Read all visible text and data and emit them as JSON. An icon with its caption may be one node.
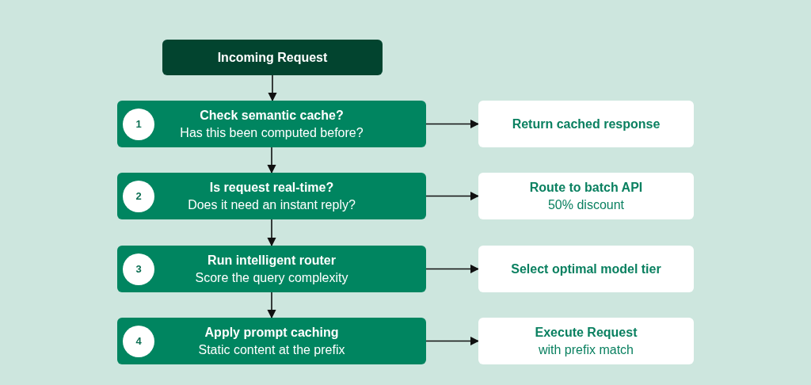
{
  "diagram": {
    "nodes": [
      {
        "text": [
          "Incoming Request"
        ]
      },
      {
        "text": [
          "Check semantic cache?",
          "Has this been computed before?"
        ]
      },
      {
        "text": [
          "1"
        ],
        "in": 1
      },
      {
        "text": [
          "Return cached response"
        ]
      },
      {
        "text": [
          "Is request real-time?",
          "Does it need an instant reply?"
        ]
      },
      {
        "text": [
          "2"
        ],
        "in": 4
      },
      {
        "text": [
          "Route to batch API",
          "50% discount"
        ]
      },
      {
        "text": [
          "Run intelligent router",
          "Score the query complexity"
        ]
      },
      {
        "text": [
          "3"
        ],
        "in": 7
      },
      {
        "text": [
          "Select optimal model tier"
        ]
      },
      {
        "text": [
          "Apply prompt caching",
          "Static content at the prefix"
        ]
      },
      {
        "text": [
          "4"
        ],
        "in": 10
      },
      {
        "text": [
          "Execute Request",
          "with prefix match"
        ]
      }
    ],
    "edges": [
      {
        "from": 0,
        "to": 1,
        "arrow": "to"
      },
      {
        "from": 1,
        "to": 3,
        "arrow": "to"
      },
      {
        "from": 1,
        "to": 4,
        "arrow": "to"
      },
      {
        "from": 4,
        "to": 6,
        "arrow": "to"
      },
      {
        "from": 4,
        "to": 7,
        "arrow": "to"
      },
      {
        "from": 7,
        "to": 9,
        "arrow": "to"
      },
      {
        "from": 7,
        "to": 10,
        "arrow": "to"
      },
      {
        "from": 10,
        "to": 12,
        "arrow": "to"
      }
    ]
  }
}
